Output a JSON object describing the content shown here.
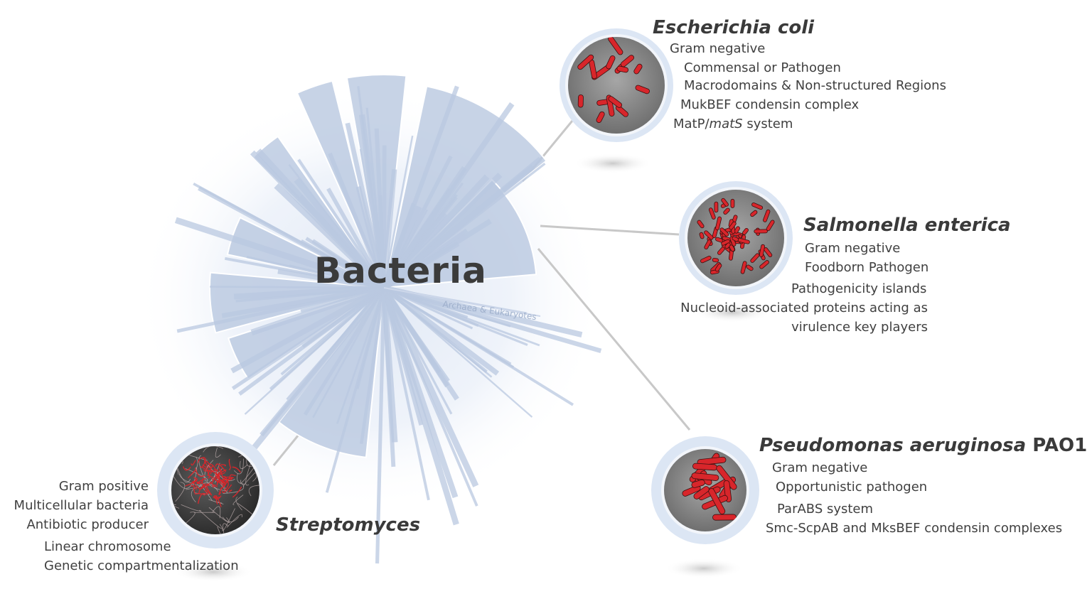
{
  "colors": {
    "tree_fill": "#b9c8e0",
    "tree_stroke": "#9fb3d6",
    "glow": "#e3eaf6",
    "circle_ring": "#dde7f5",
    "cell_red": "#d8262b",
    "micro_bg": "#8c8c8c"
  },
  "center_label": "Bacteria",
  "outgroup_label": "Archaea & Eukaryotes",
  "organisms": {
    "ecoli": {
      "name": "Escherichia coli",
      "traits": [
        "Gram negative",
        "Commensal or Pathogen",
        "Macrodomains & Non-structured Regions",
        "MukBEF condensin complex"
      ],
      "trait_mat_prefix": "MatP/",
      "trait_mat_italic": "matS",
      "trait_mat_suffix": " system"
    },
    "salmonella": {
      "name": "Salmonella enterica",
      "traits": [
        "Gram negative",
        "Foodborn Pathogen",
        "Pathogenicity islands",
        "Nucleoid-associated proteins acting as",
        "virulence key players"
      ]
    },
    "pseudomonas": {
      "name_italic": "Pseudomonas aeruginosa",
      "name_upright": " PAO1",
      "traits": [
        "Gram negative",
        "Opportunistic pathogen",
        "ParABS system",
        "Smc-ScpAB and MksBEF condensin complexes"
      ]
    },
    "streptomyces": {
      "name": "Streptomyces",
      "traits": [
        "Gram positive",
        "Multicellular bacteria",
        "Antibiotic producer",
        "Linear chromosome",
        "Genetic compartmentalization"
      ]
    }
  }
}
